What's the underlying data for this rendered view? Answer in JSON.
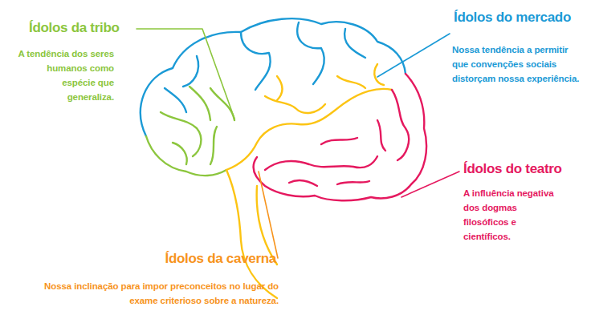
{
  "diagram": {
    "labels": [
      "Ídolos da tribo",
      "A tendência dos seres humanos como espécie que generaliza.",
      "Ídolos do mercado",
      "Nossa tendência a permitir que convenções sociais distorçam nossa experiência.",
      "Ídolos do teatro",
      "A influência negativa dos dogmas filosóficos e científicos.",
      "Ídolos da caverna",
      "Nossa inclinação para impor preconceitos no lugar do exame criterioso sobre a natureza."
    ]
  }
}
